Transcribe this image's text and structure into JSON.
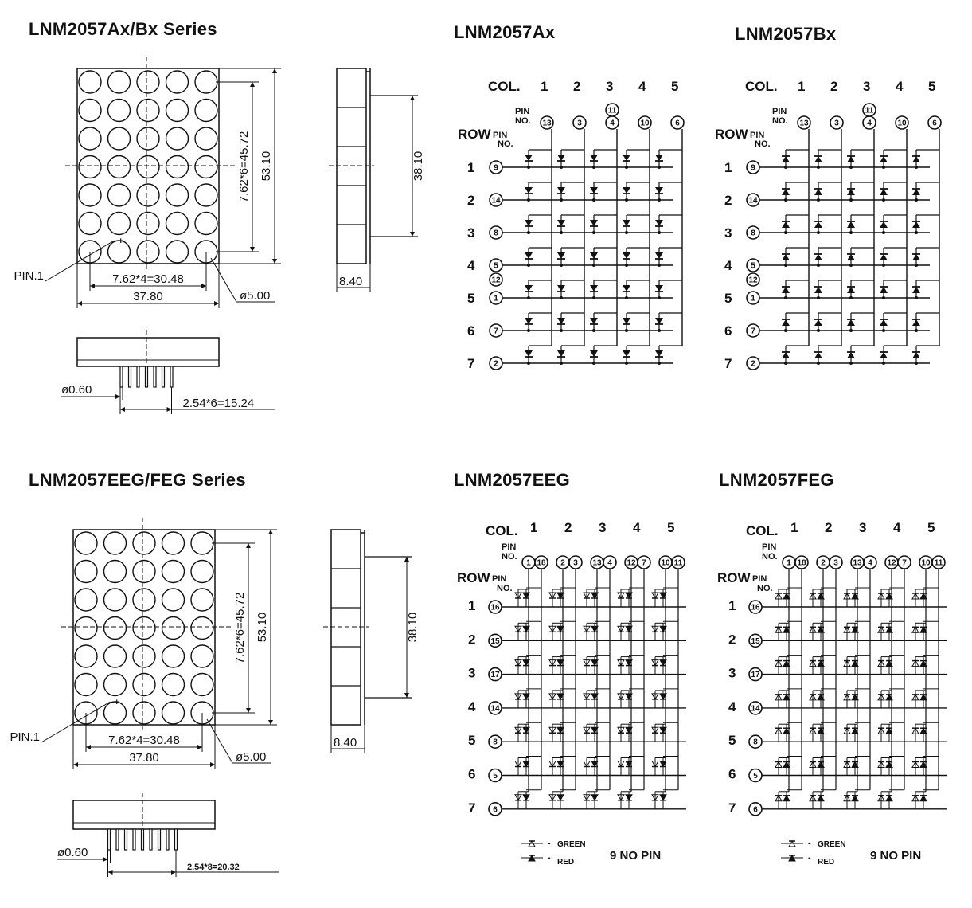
{
  "titles": {
    "top_series": "LNM2057Ax/Bx  Series",
    "top_a": "LNM2057Ax",
    "top_b": "LNM2057Bx",
    "bottom_series": "LNM2057EEG/FEG  Series",
    "bottom_a": "LNM2057EEG",
    "bottom_b": "LNM2057FEG"
  },
  "dims": {
    "height_pitch": "7.62*6=45.72",
    "height_total": "53.10",
    "side_height": "38.10",
    "width_pitch": "7.62*4=30.48",
    "width_total": "37.80",
    "diameter": "ø5.00",
    "depth": "8.40",
    "pin_dia": "ø0.60",
    "pin_pitch_top": "2.54*6=15.24",
    "pin_pitch_bottom": "2.54*8=20.32",
    "pin1": "PIN.1"
  },
  "schematic_labels": {
    "col": "COL.",
    "row": "ROW",
    "pin": "PIN",
    "no": "NO.",
    "cols": [
      "1",
      "2",
      "3",
      "4",
      "5"
    ],
    "rows": [
      "1",
      "2",
      "3",
      "4",
      "5",
      "6",
      "7"
    ]
  },
  "ab_pins": {
    "col_pins": [
      "13",
      "3",
      "4",
      "10",
      "6"
    ],
    "col_extra": "11",
    "row_pins": [
      "9",
      "14",
      "8",
      "5",
      "1",
      "7",
      "2"
    ],
    "row_extra": "12"
  },
  "eeg_pins": {
    "col_pins": [
      [
        "1",
        "18"
      ],
      [
        "2",
        "3"
      ],
      [
        "13",
        "4"
      ],
      [
        "12",
        "7"
      ],
      [
        "10",
        "11"
      ]
    ],
    "row_pins": [
      "16",
      "15",
      "17",
      "14",
      "8",
      "5",
      "6"
    ]
  },
  "legend": {
    "green": "GREEN",
    "red": "RED",
    "no_pin": "9  NO  PIN"
  }
}
